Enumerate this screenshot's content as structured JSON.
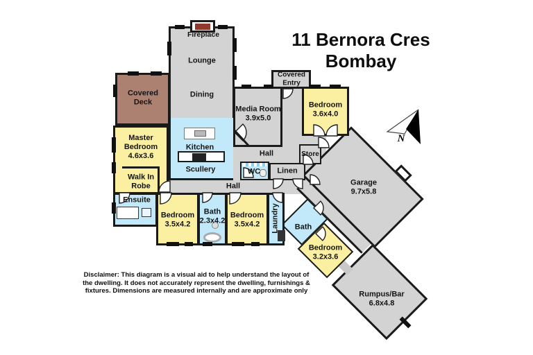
{
  "title": {
    "line1": "11 Bernora Cres",
    "line2": "Bombay"
  },
  "compass": {
    "north_label": "N"
  },
  "disclaimer": "Disclaimer: This diagram is a visual aid to help understand the layout of the dwelling. It does not accurately represent the dwelling, furnishings & fixtures. Dimensions are measured internally and are approximate only",
  "rooms": {
    "fireplace": {
      "label": "Fireplace"
    },
    "lounge": {
      "label": "Lounge"
    },
    "dining": {
      "label": "Dining"
    },
    "covered_deck": {
      "label": "Covered Deck"
    },
    "master_bedroom": {
      "label": "Master Bedroom",
      "dims": "4.6x3.6"
    },
    "walk_in_robe": {
      "label": "Walk In Robe"
    },
    "ensuite": {
      "label": "Ensuite"
    },
    "kitchen": {
      "label": "Kitchen"
    },
    "scullery": {
      "label": "Scullery"
    },
    "media_room": {
      "label": "Media Room",
      "dims": "3.9x5.0"
    },
    "covered_entry": {
      "label": "Covered Entry"
    },
    "bedroom_ne": {
      "label": "Bedroom",
      "dims": "3.6x4.0"
    },
    "hall_upper": {
      "label": "Hall"
    },
    "hall_lower": {
      "label": "Hall"
    },
    "wc": {
      "label": "WC"
    },
    "linen": {
      "label": "Linen"
    },
    "store": {
      "label": "Store"
    },
    "garage": {
      "label": "Garage",
      "dims": "9.7x5.8"
    },
    "bedroom_sw1": {
      "label": "Bedroom",
      "dims": "3.5x4.2"
    },
    "bath_main": {
      "label": "Bath",
      "dims": "2.3x4.2"
    },
    "bedroom_sw2": {
      "label": "Bedroom",
      "dims": "3.5x4.2"
    },
    "laundry": {
      "label": "Laundry"
    },
    "bath_diag": {
      "label": "Bath"
    },
    "bedroom_diag": {
      "label": "Bedroom",
      "dims": "3.2x3.6"
    },
    "rumpus_bar": {
      "label": "Rumpus/Bar",
      "dims": "6.8x4.8"
    }
  },
  "colors": {
    "wall": "#1a1a1a",
    "living": "#d3d3d3",
    "bedroom": "#fbf0a1",
    "wet": "#c2e9fa",
    "deck": "#ad8172",
    "fireplace": "#8e392c",
    "background": "#ffffff"
  }
}
